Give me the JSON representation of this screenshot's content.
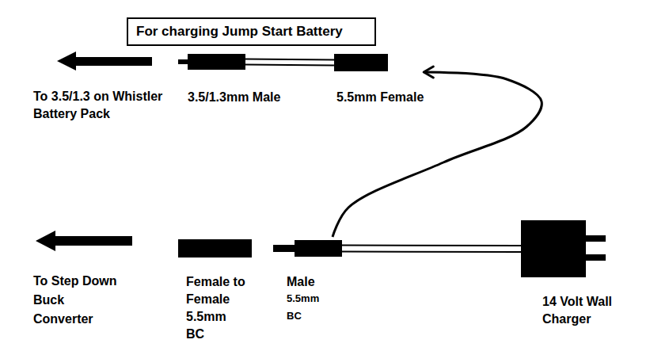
{
  "diagram": {
    "title": "For charging Jump Start Battery",
    "nodes": [
      {
        "text": [
          "3.5/1.3mm Male"
        ]
      },
      {
        "text": [
          "5.5mm Female"
        ]
      },
      {
        "text": [
          "Female to Female 5.5mm BC"
        ]
      },
      {
        "text": [
          "Male",
          "5.5mm BC"
        ]
      },
      {
        "text": [
          "14 Volt Wall Charger"
        ]
      }
    ],
    "edges": [
      {
        "from": 0,
        "to": 1,
        "arrow": "none"
      },
      {
        "from": 3,
        "to": 1,
        "arrow": "to"
      },
      {
        "from": 3,
        "to": 4,
        "arrow": "none"
      }
    ],
    "labels": [
      "To 3.5/1.3 on Whistler Battery Pack",
      "To Step Down Buck Converter"
    ]
  }
}
